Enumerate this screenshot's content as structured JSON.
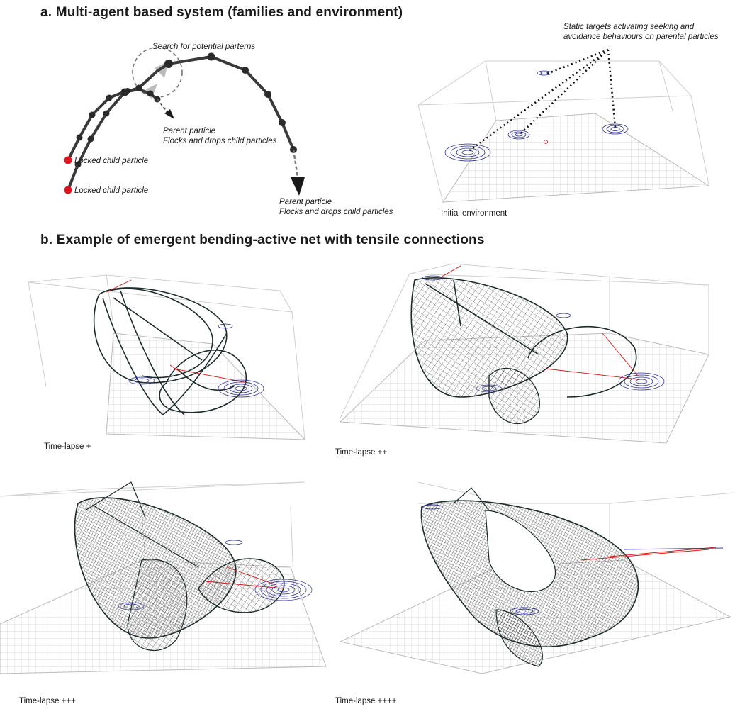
{
  "section_a": {
    "title": "a. Multi-agent based system (families and environment)",
    "search_label": "Search for potential parterns",
    "parent1_line1": "Parent particle",
    "parent1_line2": "Flocks and drops child particles",
    "locked1": "Locked child particle",
    "locked2": "Locked child particle",
    "parent2_line1": "Parent particle",
    "parent2_line2": "Flocks and drops child particles",
    "targets_line1": "Static targets activating seeking and",
    "targets_line2": "avoidance behaviours on parental particles",
    "env_caption": "Initial environment"
  },
  "section_b": {
    "title": "b. Example of emergent bending-active net with tensile connections",
    "panels": [
      {
        "caption": "Time-lapse +"
      },
      {
        "caption": "Time-lapse ++"
      },
      {
        "caption": "Time-lapse +++"
      },
      {
        "caption": "Time-lapse ++++"
      }
    ]
  },
  "colors": {
    "text": "#1a1a1a",
    "chain": "#3a3a3a",
    "locked_node": "#e0141e",
    "grid": "#c8c8c8",
    "target_rings": "#2b2f8f",
    "strut": "#1d2b2b",
    "tensile": "#d41a1a"
  }
}
